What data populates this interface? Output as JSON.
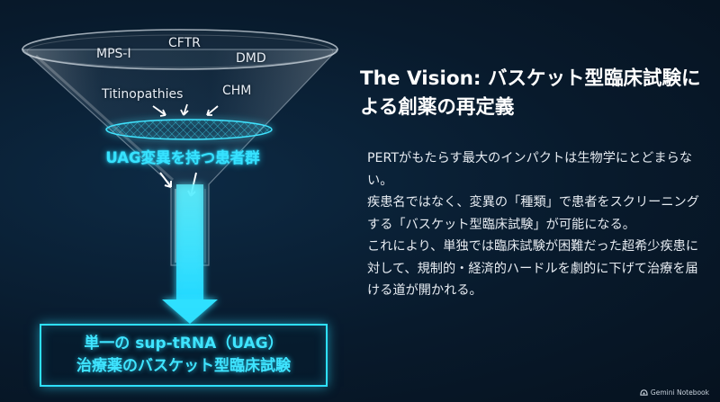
{
  "diagram": {
    "diseases": [
      {
        "id": "mps1",
        "label": "MPS-I"
      },
      {
        "id": "cftr",
        "label": "CFTR"
      },
      {
        "id": "dmd",
        "label": "DMD"
      },
      {
        "id": "titinopathies",
        "label": "Titinopathies"
      },
      {
        "id": "chm",
        "label": "CHM"
      }
    ],
    "filter_label": "UAG変異を持つ患者群",
    "result_line1": "単一の sup-tRNA（UAG）",
    "result_line2": "治療薬のバスケット型臨床試験",
    "colors": {
      "accent": "#2ee0ff",
      "background": "#081a2c"
    }
  },
  "content": {
    "title": "The Vision: バスケット型臨床試験による創薬の再定義",
    "paragraphs": [
      "PERTがもたらす最大のインパクトは生物学にとどまらない。",
      "疾患名ではなく、変異の「種類」で患者をスクリーニングする「バスケット型臨床試験」が可能になる。",
      "これにより、単独では臨床試験が困難だった超希少疾患に対して、規制的・経済的ハードルを劇的に下げて治療を届ける道が開かれる。"
    ]
  },
  "footer": {
    "brand": "Gemini Notebook",
    "icon": "notebook-logo-icon"
  }
}
